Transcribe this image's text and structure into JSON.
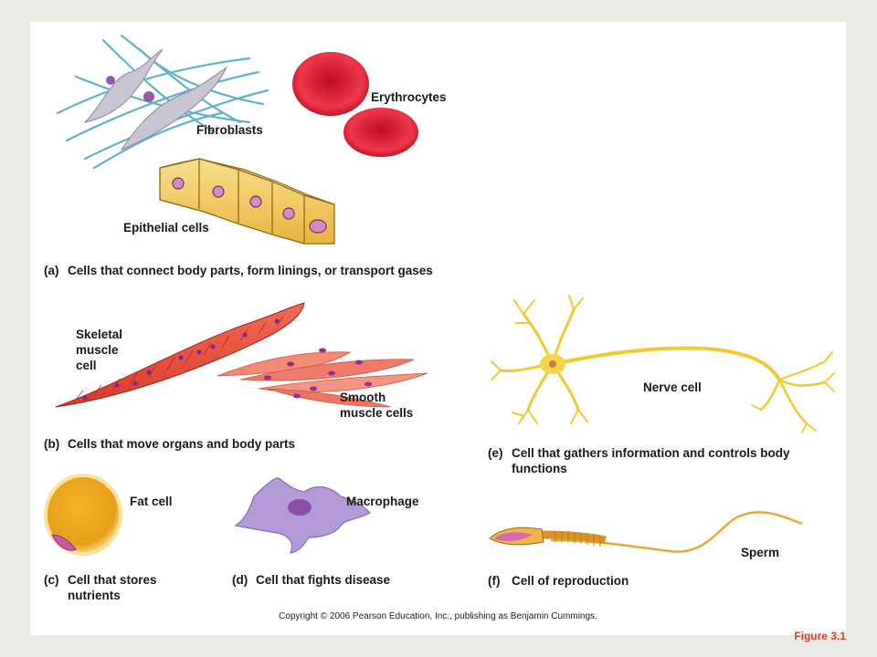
{
  "labels": {
    "fibroblasts": "Fibroblasts",
    "erythrocytes": "Erythrocytes",
    "epithelial": "Epithelial cells",
    "skeletal": "Skeletal muscle cell",
    "smooth": "Smooth muscle cells",
    "nerve": "Nerve cell",
    "fat": "Fat cell",
    "macrophage": "Macrophage",
    "sperm": "Sperm"
  },
  "captions": {
    "a": {
      "letter": "(a)",
      "text": "Cells that connect body parts, form linings, or transport gases"
    },
    "b": {
      "letter": "(b)",
      "text": "Cells that move organs and body parts"
    },
    "c": {
      "letter": "(c)",
      "text": "Cell that stores nutrients"
    },
    "d": {
      "letter": "(d)",
      "text": "Cell that fights disease"
    },
    "e": {
      "letter": "(e)",
      "text": "Cell that gathers information and controls body functions"
    },
    "f": {
      "letter": "(f)",
      "text": "Cell of reproduction"
    }
  },
  "copyright": "Copyright © 2006 Pearson Education, Inc., publishing as Benjamin Cummings.",
  "figure_label": "Figure 3.1",
  "colors": {
    "background": "#ebe9e4",
    "fibroblast_fibers": "#5fb3c8",
    "erythrocyte": "#e4273b",
    "epithelial": "#f0c45a",
    "nucleus": "#9b2f8f",
    "muscle": "#e84a3a",
    "smooth_muscle": "#f07a6a",
    "nerve": "#f5d03c",
    "fat": "#f2b928",
    "macrophage": "#b49ad6",
    "sperm": "#e9a938",
    "figure_label": "#e03a2c"
  }
}
